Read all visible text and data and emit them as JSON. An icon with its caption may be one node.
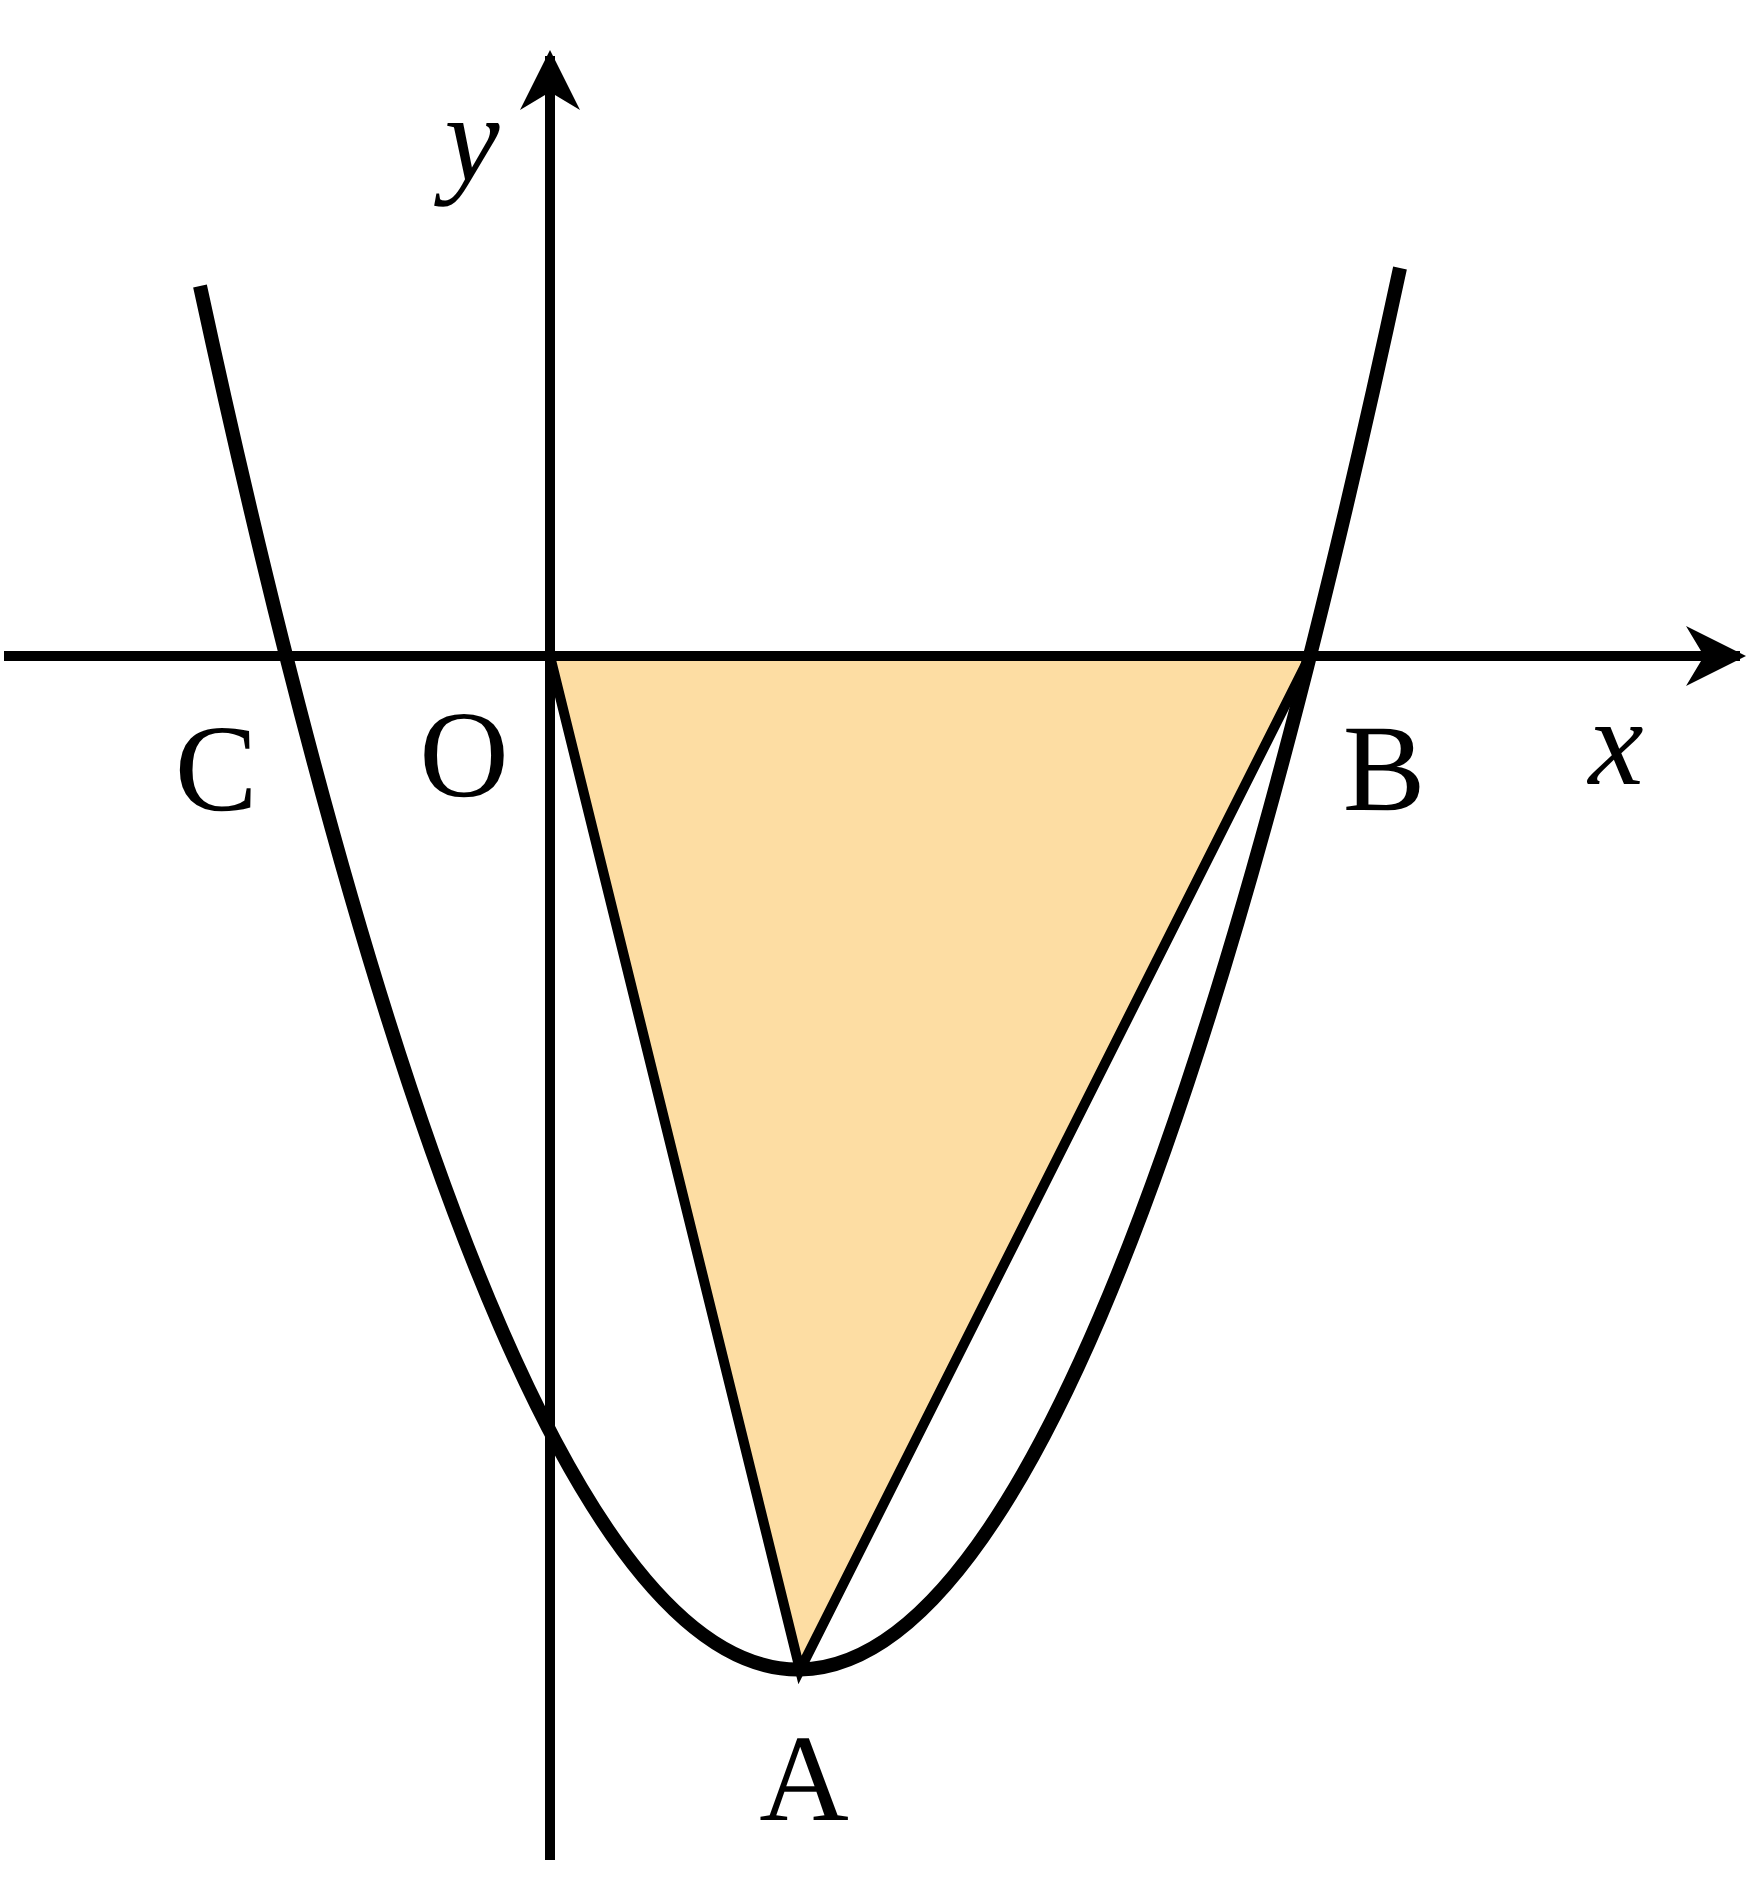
{
  "diagram": {
    "labels": [
      "y",
      "C",
      "O",
      "B",
      "x",
      "A"
    ]
  }
}
